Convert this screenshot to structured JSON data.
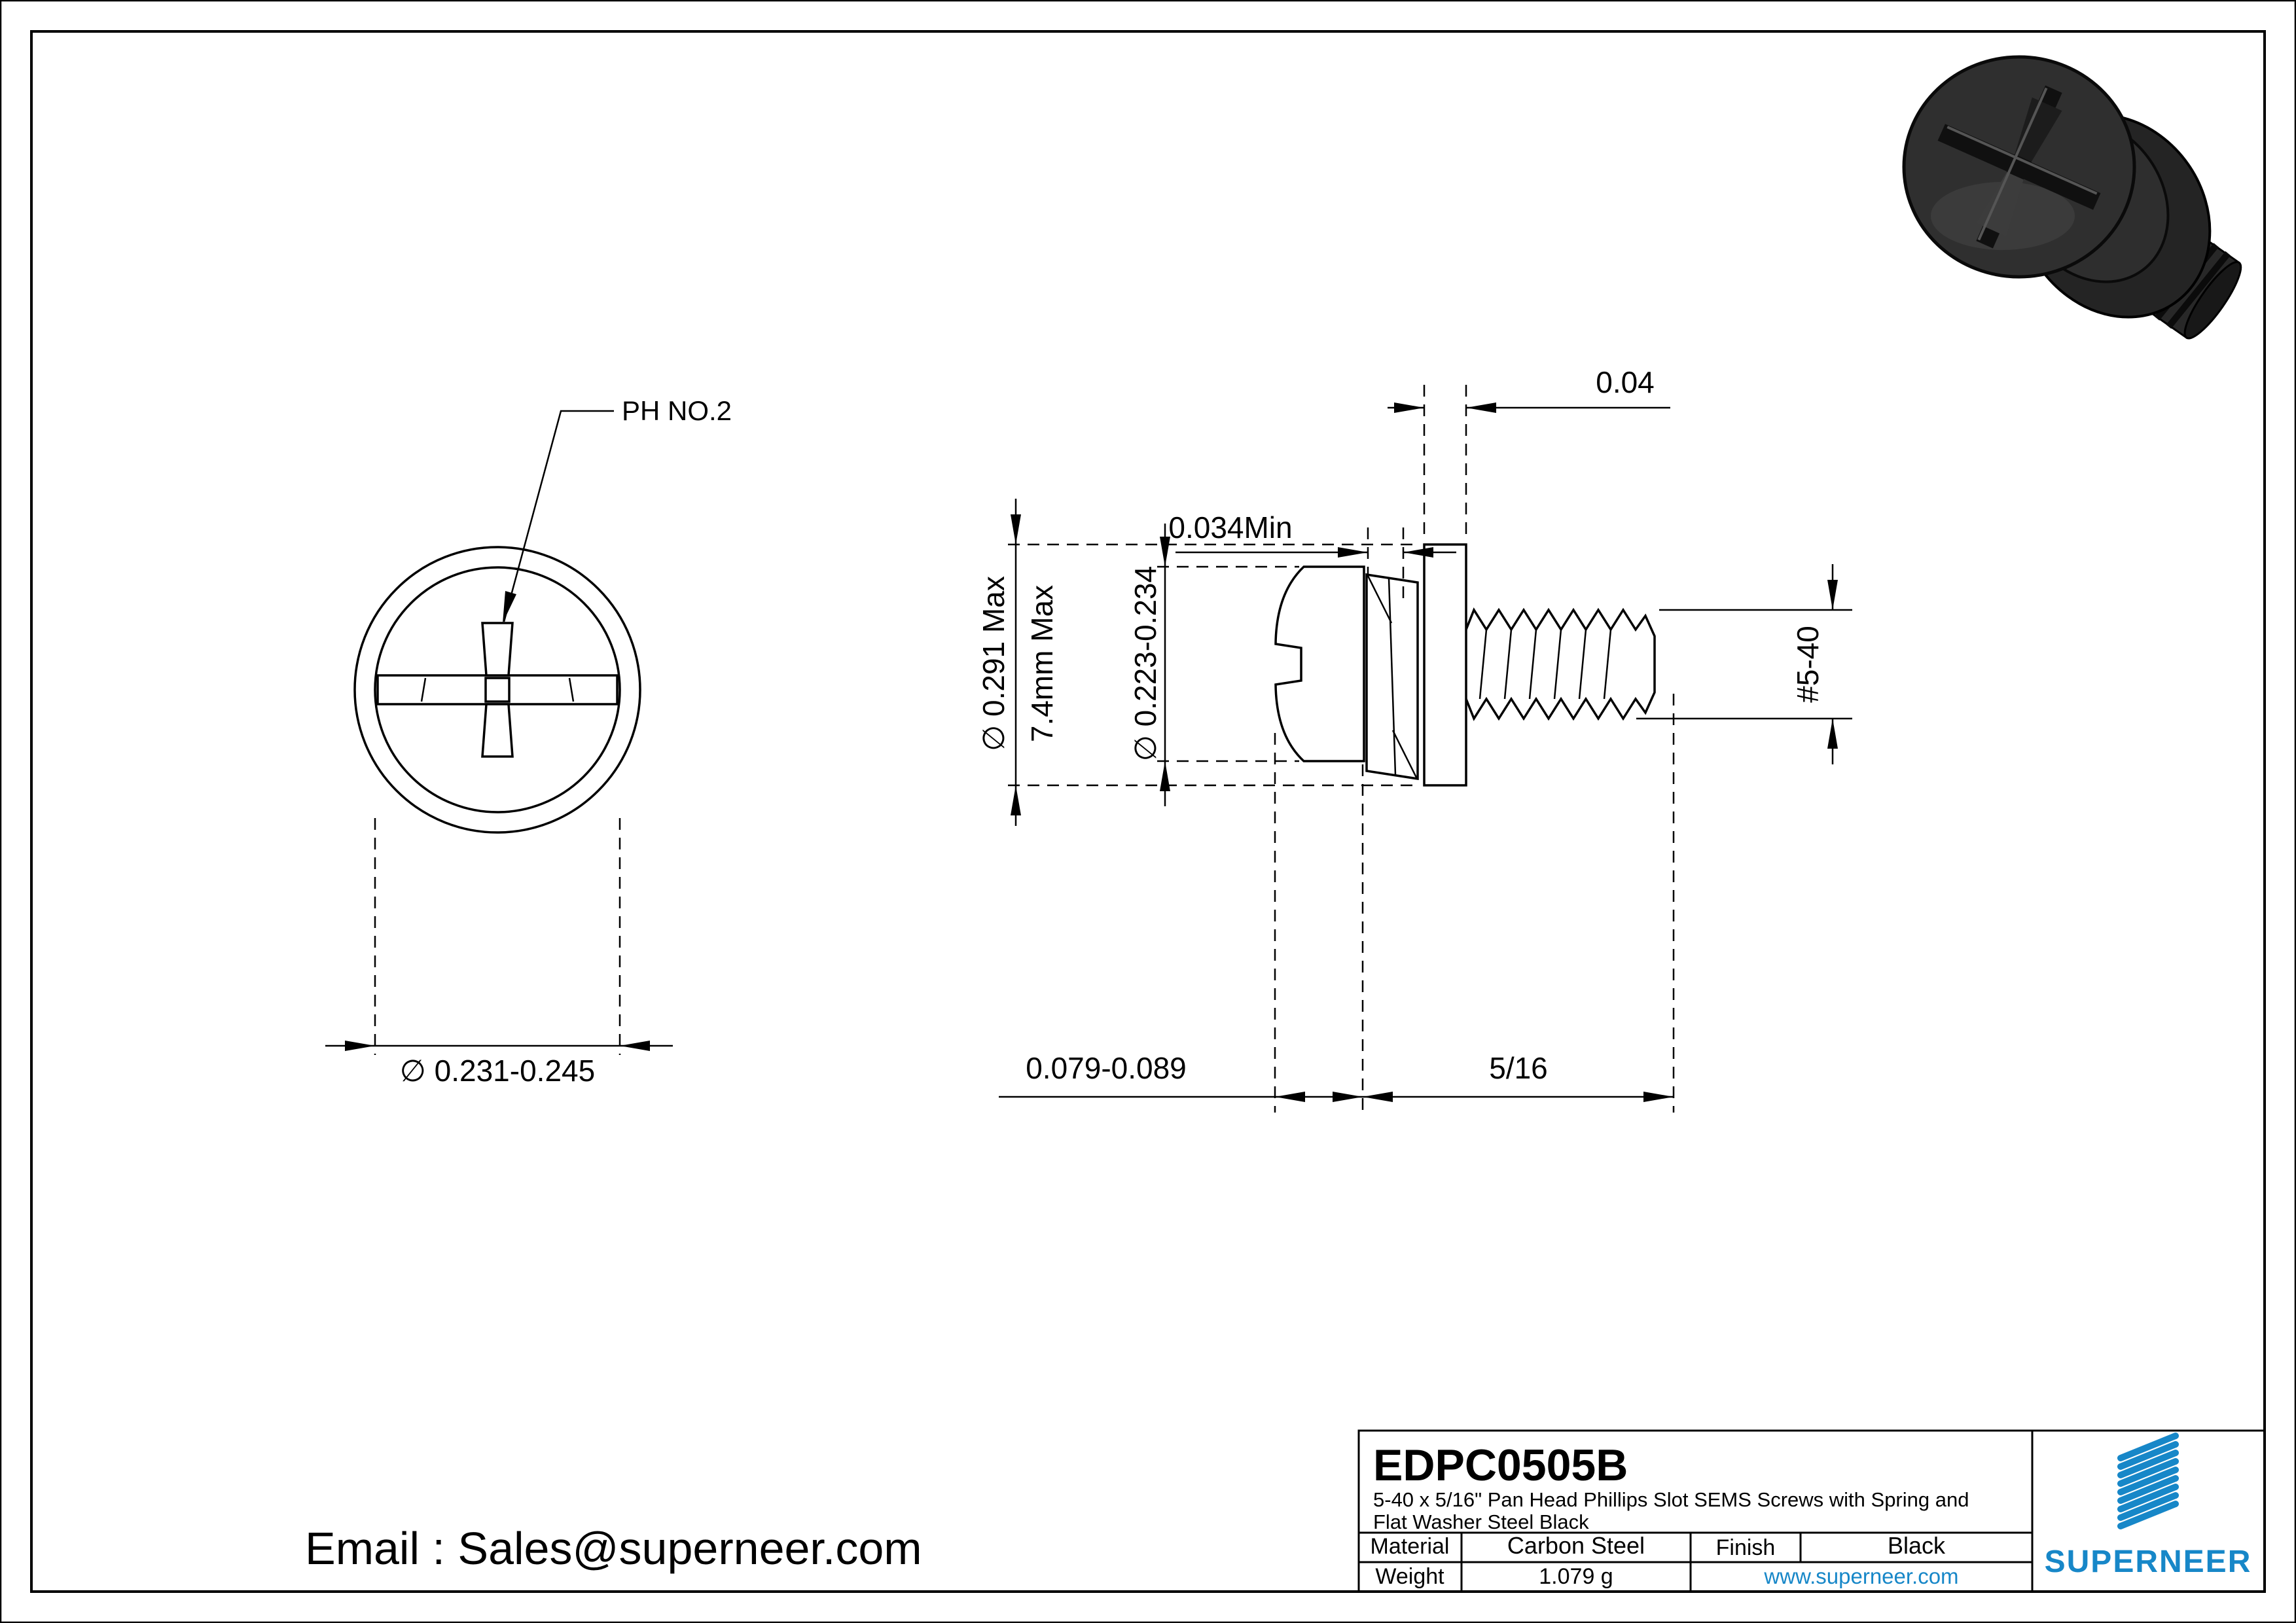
{
  "page": {
    "email": "Email : Sales@superneer.com"
  },
  "front_view": {
    "drive_label": "PH NO.2",
    "head_diameter": "∅ 0.231-0.245"
  },
  "side_view": {
    "washer_thickness": "0.04",
    "spring_min": "0.034Min",
    "washer_od_inch": "∅ 0.291 Max",
    "washer_od_mm": "7.4mm Max",
    "head_od": "∅ 0.223-0.234",
    "thread_size": "#5-40",
    "head_height": "0.079-0.089",
    "thread_length": "5/16"
  },
  "title_block": {
    "part_number": "EDPC0505B",
    "description_line1": "5-40 x 5/16\" Pan Head Phillips Slot SEMS Screws with Spring and",
    "description_line2": "Flat Washer Steel Black",
    "material_label": "Material",
    "material_value": "Carbon Steel",
    "finish_label": "Finish",
    "finish_value": "Black",
    "weight_label": "Weight",
    "weight_value": "1.079 g",
    "website": "www.superneer.com",
    "brand": "SUPERNEER",
    "brand_color": "#1787c8"
  }
}
